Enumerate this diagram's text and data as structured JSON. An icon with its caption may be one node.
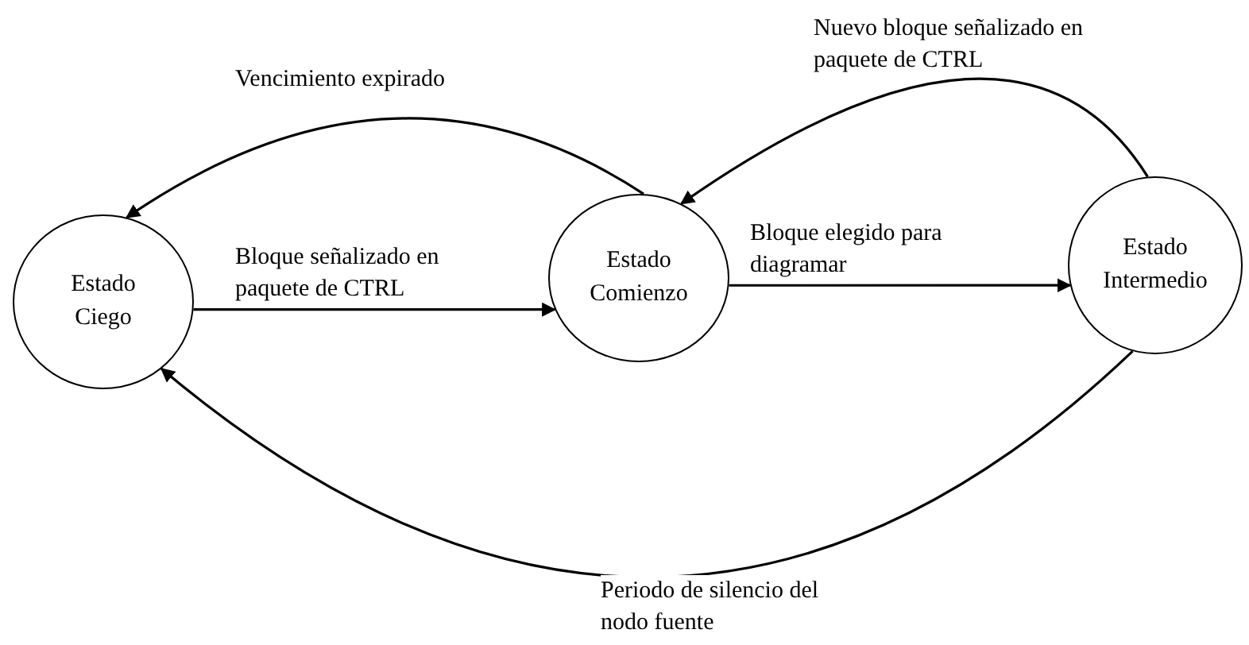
{
  "diagram": {
    "nodes": [
      {
        "text": [
          "Estado Ciego"
        ]
      },
      {
        "text": [
          "Estado Comienzo"
        ]
      },
      {
        "text": [
          "Estado Intermedio"
        ]
      }
    ],
    "edges": [
      {
        "from": 0,
        "to": 1,
        "arrow": "to",
        "label": "Bloque señalizado en paquete de CTRL"
      },
      {
        "from": 1,
        "to": 2,
        "arrow": "to",
        "label": "Bloque elegido para diagramar"
      },
      {
        "from": 1,
        "to": 0,
        "arrow": "to",
        "label": "Vencimiento expirado"
      },
      {
        "from": 2,
        "to": 1,
        "arrow": "to",
        "label": "Nuevo bloque señalizado en paquete de CTRL"
      },
      {
        "from": 2,
        "to": 0,
        "arrow": "to",
        "label": "Periodo de silencio del nodo fuente"
      }
    ]
  }
}
